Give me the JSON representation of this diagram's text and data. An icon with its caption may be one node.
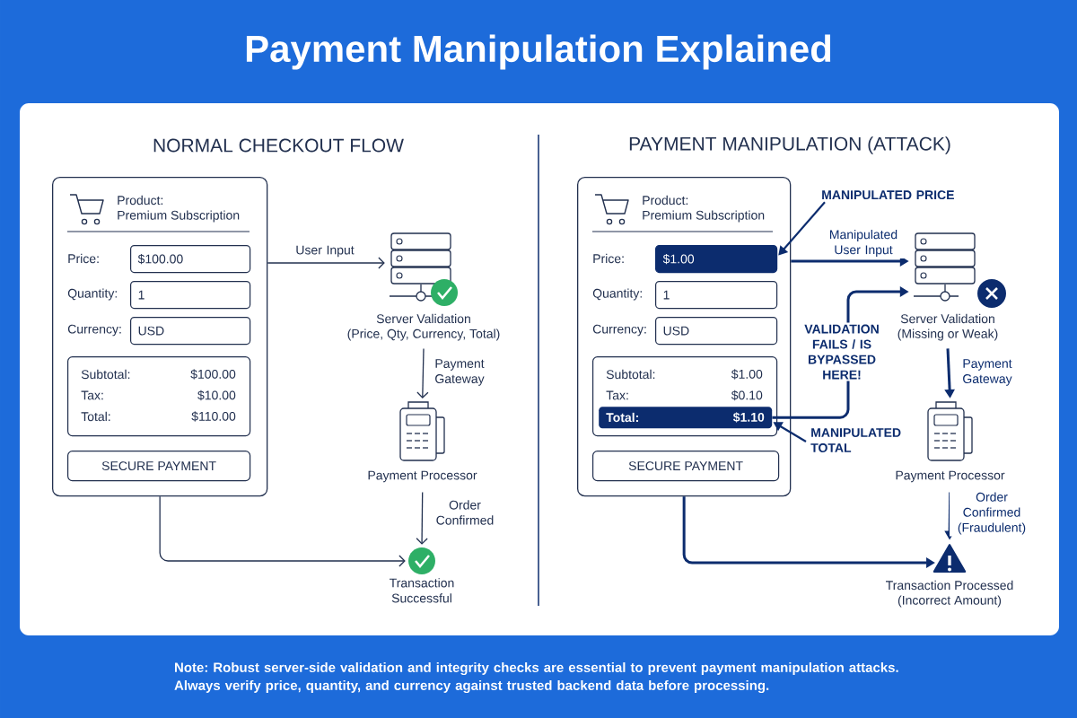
{
  "diagram": {
    "title": "Payment Manipulation Explained",
    "caption": "Note: Robust server-side validation and integrity checks are essential to prevent payment manipulation attacks. Always verify price, quantity, and currency against trusted backend data before processing.",
    "nodes": [
      {
        "text": [
          "Product:",
          "Premium Subscription"
        ]
      },
      {
        "text": [
          "$100.00"
        ],
        "beside": [
          "Price:"
        ],
        "in": 0
      },
      {
        "text": [
          "1"
        ],
        "beside": [
          "Quantity:"
        ],
        "in": 0
      },
      {
        "text": [
          "USD"
        ],
        "beside": [
          "Currency:"
        ],
        "in": 0
      },
      {
        "text": [
          "Subtotal:",
          "$100.00",
          "Tax:",
          "$10.00",
          "Total:",
          "$110.00"
        ],
        "in": 0
      },
      {
        "text": [
          "SECURE PAYMENT"
        ],
        "in": 0
      },
      {
        "text": [
          "Server Validation",
          "(Price, Qty, Currency, Total)"
        ]
      },
      {
        "text": [
          "Payment Processor"
        ]
      },
      {
        "text": [
          "Transaction Successful"
        ]
      },
      {
        "text": [
          "Product:",
          "Premium Subscription"
        ]
      },
      {
        "text": [
          "$1.00"
        ],
        "beside": [
          "Price:"
        ],
        "in": 9
      },
      {
        "text": [
          "1"
        ],
        "beside": [
          "Quantity:"
        ],
        "in": 9
      },
      {
        "text": [
          "USD"
        ],
        "beside": [
          "Currency:"
        ],
        "in": 9
      },
      {
        "text": [
          "Subtotal:",
          "$1.00",
          "Tax:",
          "$0.10"
        ],
        "in": 9
      },
      {
        "text": [
          "Total:",
          "$1.10"
        ],
        "in": 13
      },
      {
        "text": [
          "SECURE PAYMENT"
        ],
        "in": 9
      },
      {
        "text": [
          "MANIPULATED PRICE"
        ]
      },
      {
        "text": [
          "Server Validation",
          "(Missing or Weak)"
        ]
      },
      {
        "text": [
          "MANIPULATED TOTAL"
        ]
      },
      {
        "text": [
          "Payment Processor"
        ]
      },
      {
        "text": [
          "Transaction Processed",
          "(Incorrect Amount)"
        ]
      }
    ],
    "edges": [
      {
        "from": 0,
        "to": 6,
        "arrow": "to",
        "label": "User Input"
      },
      {
        "from": 6,
        "to": 7,
        "arrow": "to",
        "label": "Payment Gateway"
      },
      {
        "from": 7,
        "to": 8,
        "arrow": "to",
        "label": "Order Confirmed"
      },
      {
        "from": 0,
        "to": 8,
        "arrow": "to"
      },
      {
        "from": 16,
        "to": 10,
        "arrow": "to"
      },
      {
        "from": 9,
        "to": 17,
        "arrow": "to",
        "label": "Manipulated User Input"
      },
      {
        "from": 14,
        "to": 17,
        "arrow": "to",
        "label": "VALIDATION FAILS / IS BYPASSED HERE!"
      },
      {
        "from": 18,
        "to": 14,
        "arrow": "to"
      },
      {
        "from": 17,
        "to": 19,
        "arrow": "to",
        "label": "Payment Gateway"
      },
      {
        "from": 19,
        "to": 20,
        "arrow": "to",
        "label": "Order Confirmed (Fraudulent)"
      },
      {
        "from": 9,
        "to": 20,
        "arrow": "to"
      }
    ],
    "labels": [
      "NORMAL CHECKOUT FLOW",
      "PAYMENT MANIPULATION (ATTACK)"
    ]
  }
}
